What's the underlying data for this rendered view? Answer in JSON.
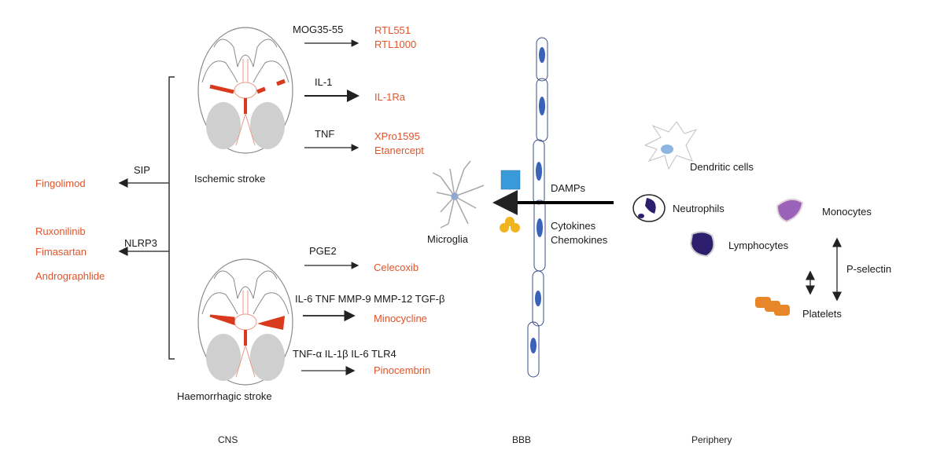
{
  "colors": {
    "drug_text": "#e0542a",
    "label_text": "#1a1a1a",
    "brain_outline": "#8a8a8a",
    "lesion": "#d93a1e",
    "ventricle_gray": "#cfcfcf",
    "bbb_cell": "#3a62b8",
    "damp_square": "#3a9ad9",
    "cytokine_blob": "#f0b41e",
    "dendritic_nucleus": "#8fb6e0",
    "neutrophil": "#2e1f6e",
    "monocyte": "#9a62b8",
    "lymphocyte": "#2e1f6e",
    "platelet": "#e8862a"
  },
  "cns": {
    "ischemic": {
      "label": "Ischemic stroke",
      "pathways": [
        {
          "mediator": "MOG35-55",
          "drugs": [
            "RTL551",
            "RTL1000"
          ]
        },
        {
          "mediator": "IL-1",
          "drugs": [
            "IL-1Ra"
          ]
        },
        {
          "mediator": "TNF",
          "drugs": [
            "XPro1595",
            "Etanercept"
          ]
        }
      ]
    },
    "haemorrhagic": {
      "label": "Haemorrhagic stroke",
      "pathways": [
        {
          "mediator": "PGE2",
          "drugs": [
            "Celecoxib"
          ]
        },
        {
          "mediator": "IL-6 TNF MMP-9 MMP-12 TGF-β",
          "drugs": [
            "Minocycline"
          ]
        },
        {
          "mediator": "TNF-α IL-1β IL-6 TLR4",
          "drugs": [
            "Pinocembrin"
          ]
        }
      ]
    },
    "shared": [
      {
        "mediator": "SIP",
        "drugs": [
          "Fingolimod"
        ]
      },
      {
        "mediator": "NLRP3",
        "drugs": [
          "Ruxonilinib",
          "Fimasartan",
          "Andrographlide"
        ]
      }
    ]
  },
  "bbb": {
    "microglia_label": "Microglia",
    "damps_label": "DAMPs",
    "cytokines_label": "Cytokines",
    "chemokines_label": "Chemokines"
  },
  "periphery": {
    "cells": [
      "Dendritic cells",
      "Neutrophils",
      "Monocytes",
      "Lymphocytes",
      "Platelets"
    ],
    "p_selectin_label": "P-selectin"
  },
  "regions": [
    "CNS",
    "BBB",
    "Periphery"
  ]
}
